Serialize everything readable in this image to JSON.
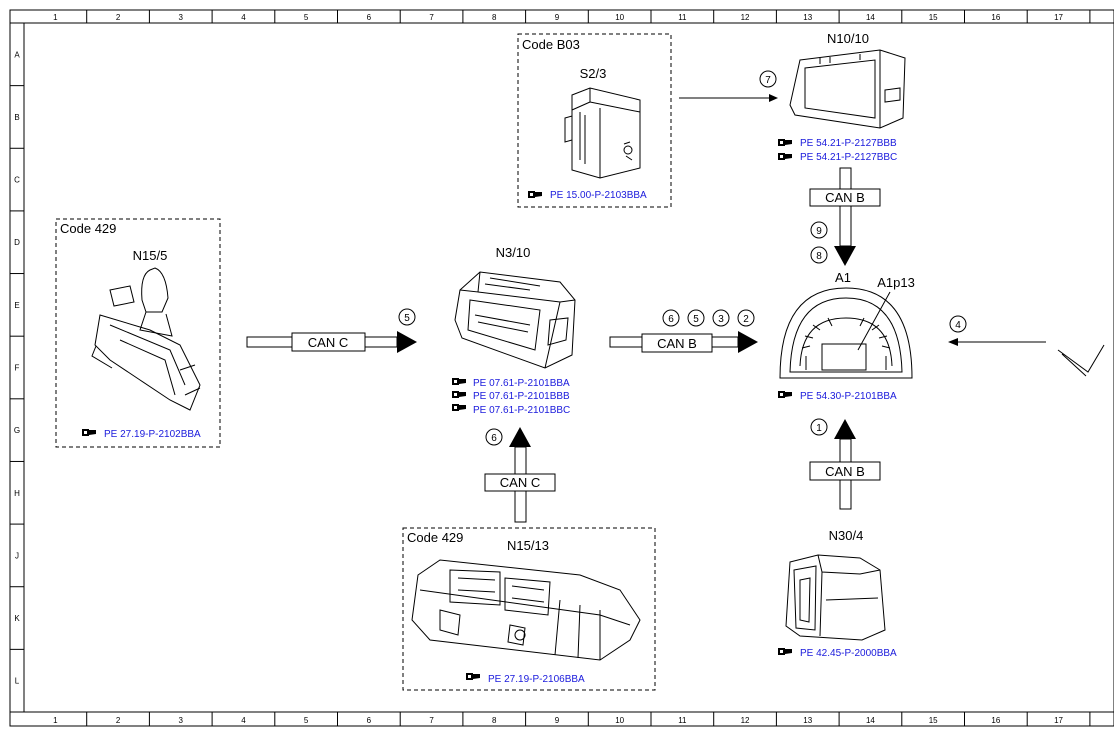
{
  "ruler": {
    "columns": [
      "1",
      "2",
      "3",
      "4",
      "5",
      "6",
      "7",
      "8",
      "9",
      "10",
      "11",
      "12",
      "13",
      "14",
      "15",
      "16",
      "17"
    ],
    "rows": [
      "A",
      "B",
      "C",
      "D",
      "E",
      "F",
      "G",
      "H",
      "J",
      "K",
      "L"
    ]
  },
  "groups": {
    "b03": {
      "code": "Code B03",
      "component": "S2/3",
      "refs": [
        "PE 15.00-P-2103BBA"
      ]
    },
    "n15_5": {
      "code": "Code 429",
      "component": "N15/5",
      "refs": [
        "PE 27.19-P-2102BBA"
      ]
    },
    "n15_13": {
      "code": "Code 429",
      "component": "N15/13",
      "refs": [
        "PE 27.19-P-2106BBA"
      ]
    }
  },
  "components": {
    "n3_10": {
      "name": "N3/10",
      "refs": [
        "PE 07.61-P-2101BBA",
        "PE 07.61-P-2101BBB",
        "PE 07.61-P-2101BBC"
      ]
    },
    "n10_10": {
      "name": "N10/10",
      "refs": [
        "PE 54.21-P-2127BBB",
        "PE 54.21-P-2127BBC"
      ]
    },
    "a1": {
      "name": "A1",
      "sub": "A1p13",
      "refs": [
        "PE 54.30-P-2101BBA"
      ]
    },
    "n30_4": {
      "name": "N30/4",
      "refs": [
        "PE 42.45-P-2000BBA"
      ]
    }
  },
  "buses": {
    "c1": "CAN C",
    "c2": "CAN C",
    "b1": "CAN B",
    "b2": "CAN B",
    "b3": "CAN B"
  },
  "markers": {
    "m5": "5",
    "m6a": "6",
    "m5b": "5",
    "m3": "3",
    "m2": "2",
    "m7": "7",
    "m9": "9",
    "m8": "8",
    "m4": "4",
    "m1": "1",
    "m6b": "6"
  },
  "colors": {
    "component_label": "#1a1adc",
    "line": "#000000"
  }
}
